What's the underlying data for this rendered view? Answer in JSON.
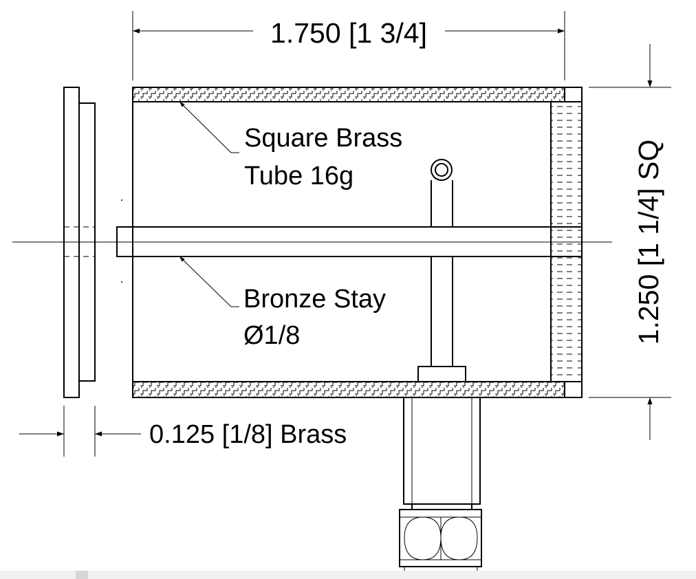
{
  "dimensions": {
    "width_label": "1.750 [1 3/4]",
    "height_label": "1.250 [1 1/4] SQ",
    "plate_label": "0.125 [1/8] Brass"
  },
  "callouts": {
    "tube_line1": "Square Brass",
    "tube_line2": "Tube 16g",
    "stay_line1": "Bronze Stay",
    "stay_line2": "Ø1/8"
  },
  "colors": {
    "line": "#000000",
    "background": "#ffffff"
  }
}
